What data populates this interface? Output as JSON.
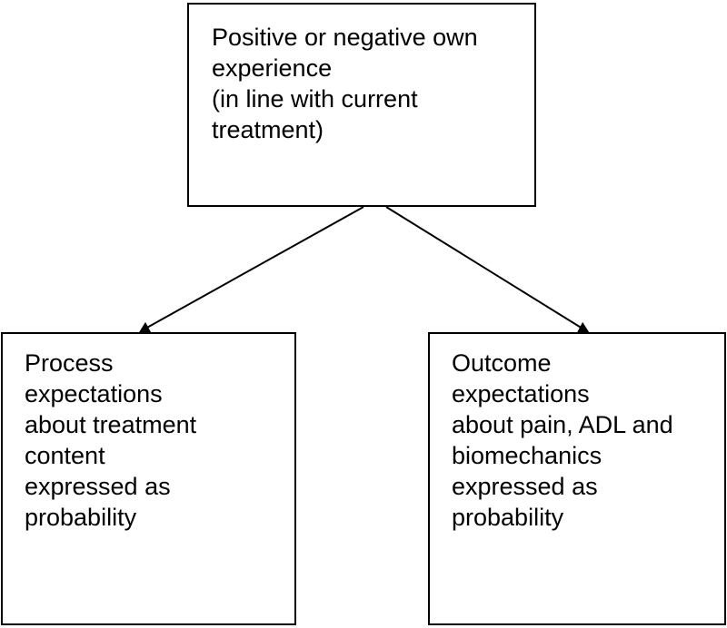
{
  "diagram": {
    "top_box": {
      "lines": [
        "Positive or negative own",
        "experience",
        "(in line with current",
        "treatment)"
      ]
    },
    "left_box": {
      "lines": [
        "Process",
        "expectations",
        "about treatment",
        "content",
        "expressed as",
        "probability"
      ]
    },
    "right_box": {
      "lines": [
        "Outcome",
        "expectations",
        "about pain, ADL and",
        "biomechanics",
        "expressed as",
        "probability"
      ]
    },
    "edges": [
      {
        "from": "top_box",
        "to": "left_box"
      },
      {
        "from": "top_box",
        "to": "right_box"
      }
    ]
  }
}
